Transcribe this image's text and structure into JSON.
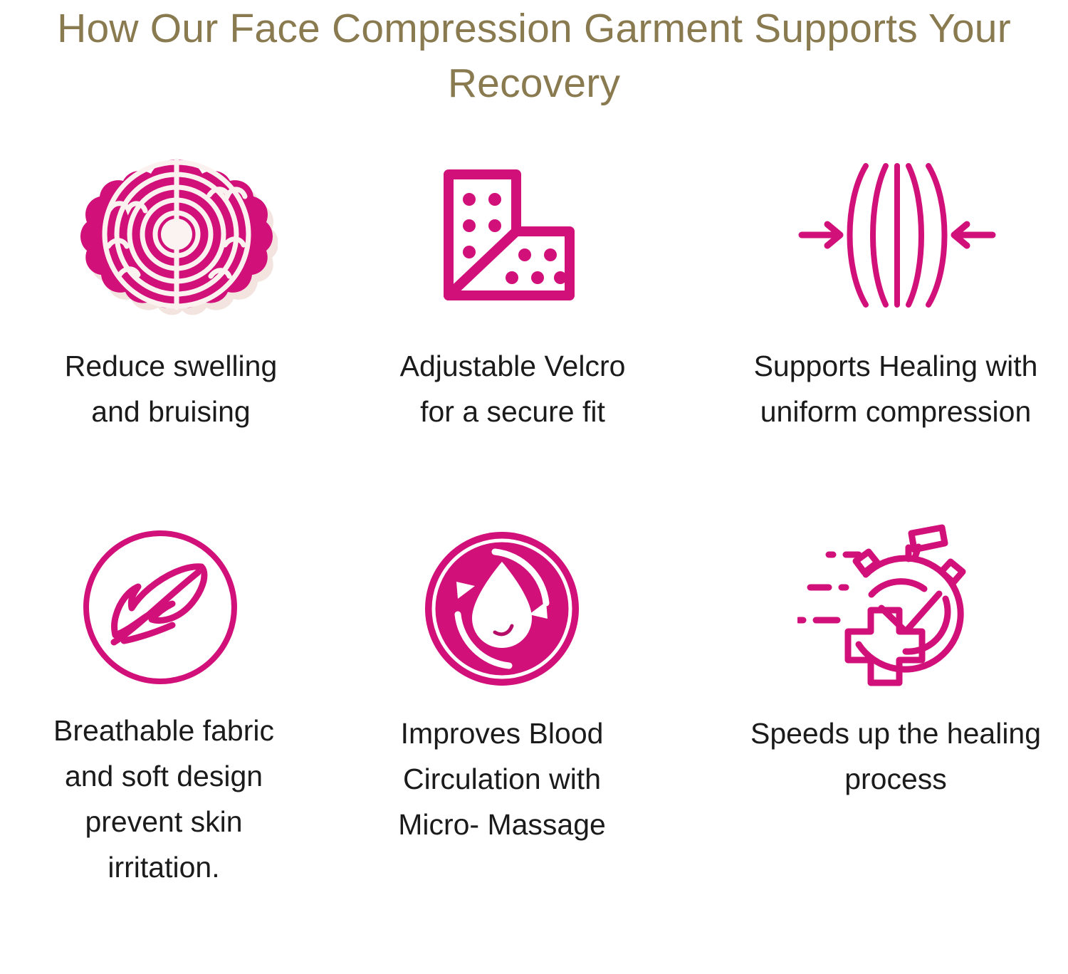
{
  "page": {
    "background_color": "#ffffff",
    "accent_color": "#D1107A",
    "title_color": "#8A7A50",
    "caption_color": "#1b1b1b"
  },
  "header": {
    "title_line1": "How Our Face Compression Garment Supports Your",
    "title_line2": "Recovery",
    "title_full": "How Our Face Compression Garment Supports Your Recovery"
  },
  "features": [
    {
      "icon": "swelling-bruising-icon",
      "caption_line1": "Reduce swelling",
      "caption_line2": "and bruising",
      "caption_line3": "",
      "caption_line4": ""
    },
    {
      "icon": "velcro-strap-icon",
      "caption_line1": "Adjustable Velcro",
      "caption_line2": "for a secure fit",
      "caption_line3": "",
      "caption_line4": ""
    },
    {
      "icon": "uniform-compression-icon",
      "caption_line1": "Supports Healing with",
      "caption_line2": "uniform compression",
      "caption_line3": "",
      "caption_line4": ""
    },
    {
      "icon": "feather-breathable-icon",
      "caption_line1": "Breathable fabric",
      "caption_line2": "and soft design",
      "caption_line3": "prevent skin",
      "caption_line4": "irritation."
    },
    {
      "icon": "blood-circulation-droplet-icon",
      "caption_line1": "Improves Blood",
      "caption_line2": "Circulation with",
      "caption_line3": "Micro- Massage",
      "caption_line4": ""
    },
    {
      "icon": "stopwatch-healing-speed-icon",
      "caption_line1": "Speeds up the healing",
      "caption_line2": "process",
      "caption_line3": "",
      "caption_line4": ""
    }
  ]
}
